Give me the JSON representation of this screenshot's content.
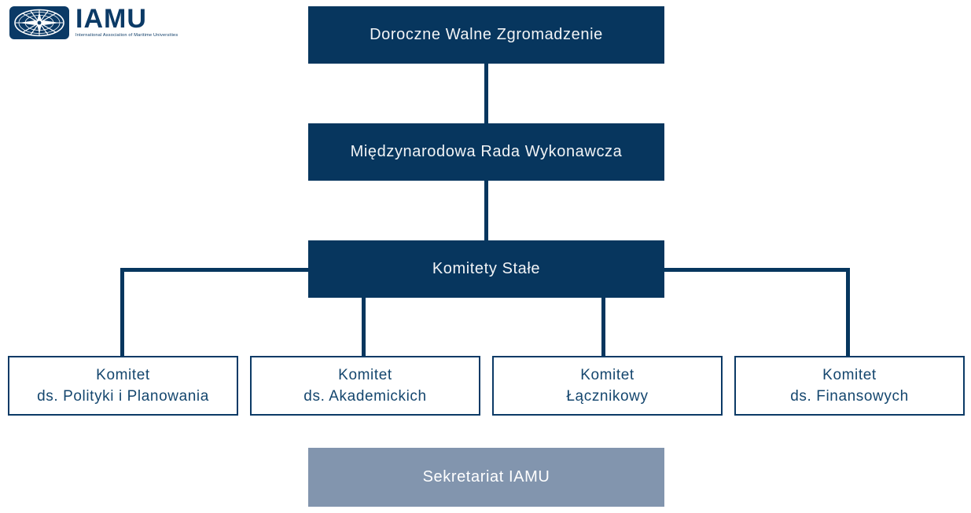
{
  "logo": {
    "acronym": "IAMU",
    "tagline": "International Association of Maritime Universities"
  },
  "colors": {
    "navy": "#07365e",
    "gray_blue": "#8295ae",
    "committee_text": "#14466e",
    "background": "#ffffff"
  },
  "chart": {
    "top": "Doroczne Walne Zgromadzenie",
    "middle": "Międzynarodowa Rada Wykonawcza",
    "committees_parent": "Komitety Stałe",
    "committees": [
      {
        "line1": "Komitet",
        "line2": "ds. Polityki i Planowania"
      },
      {
        "line1": "Komitet",
        "line2": "ds. Akademickich"
      },
      {
        "line1": "Komitet",
        "line2": "Łącznikowy"
      },
      {
        "line1": "Komitet",
        "line2": "ds. Finansowych"
      }
    ],
    "secretariat": "Sekretariat IAMU"
  }
}
